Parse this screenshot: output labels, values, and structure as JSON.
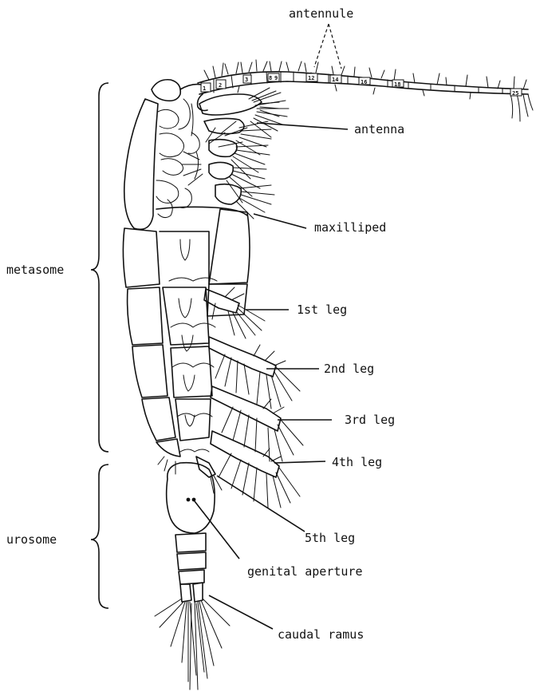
{
  "labels": {
    "antennule": "antennule",
    "antenna": "antenna",
    "maxilliped": "maxilliped",
    "metasome": "metasome",
    "leg1": "1st leg",
    "leg2": "2nd leg",
    "leg3": "3rd leg",
    "leg4": "4th leg",
    "leg5": "5th leg",
    "urosome": "urosome",
    "genital_aperture": "genital aperture",
    "caudal_ramus": "caudal ramus"
  },
  "antennule_segment_numbers": [
    "1",
    "2",
    "3",
    "8",
    "9",
    "12",
    "14",
    "16",
    "18",
    "25"
  ]
}
